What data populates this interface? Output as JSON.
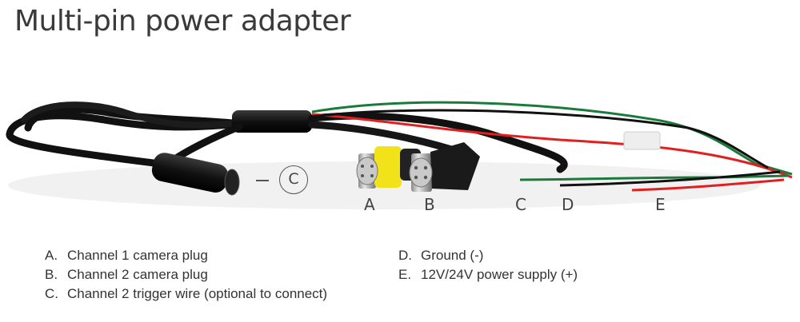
{
  "title": "Multi-pin power adapter",
  "callout_letter": "C",
  "figure_letters": [
    "A",
    "B",
    "C",
    "D",
    "E"
  ],
  "legend_left": [
    {
      "key": "A.",
      "text": "Channel 1 camera plug"
    },
    {
      "key": "B.",
      "text": "Channel 2 camera plug"
    },
    {
      "key": "C.",
      "text": "Channel 2 trigger wire (optional to connect)"
    }
  ],
  "legend_right": [
    {
      "key": "D.",
      "text": "Ground (-)"
    },
    {
      "key": "E.",
      "text": "12V/24V power supply (+)"
    }
  ],
  "colors": {
    "cable": "#111111",
    "plug_metal": "#b8b8b8",
    "yellow_band": "#f2e21a",
    "wire_red": "#e02020",
    "wire_green": "#1a7a3a",
    "wire_black": "#111111"
  }
}
